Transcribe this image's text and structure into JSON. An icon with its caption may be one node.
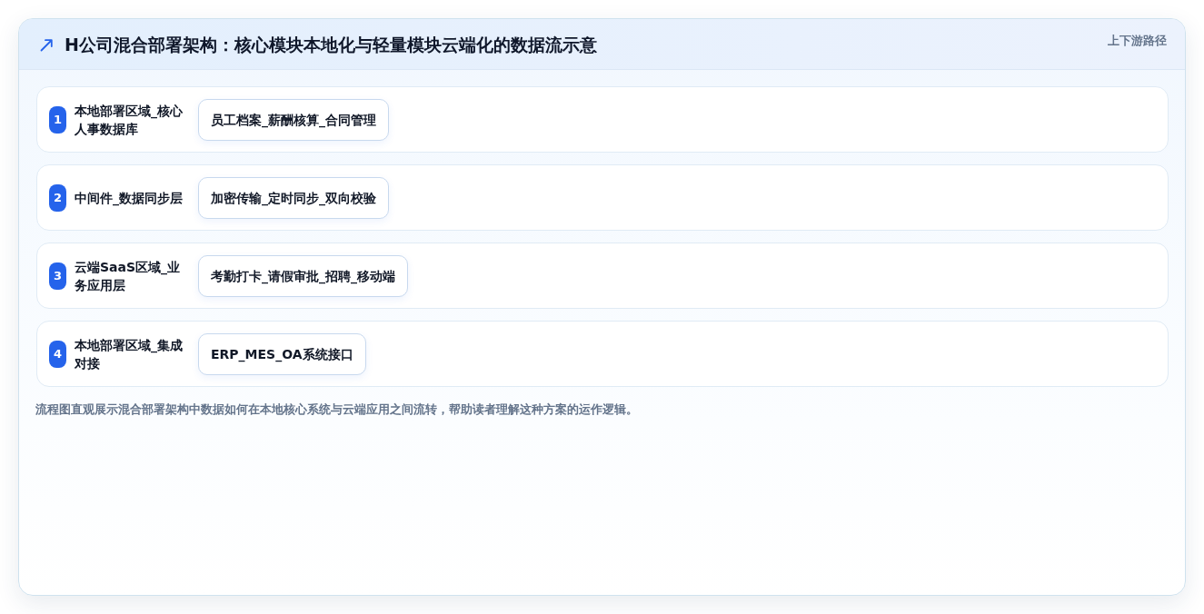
{
  "diagram": {
    "title": "H公司混合部署架构：核心模块本地化与轻量模块云端化的数据流示意",
    "caption": "流程图直观展示混合部署架构中数据如何在本地核心系统与云端应用之间流转，帮助读者理解这种方案的运作逻辑。",
    "nodes": [
      {
        "text": [
          "本地部署区域_核心人事数据库"
        ]
      },
      {
        "text": [
          "1"
        ],
        "in": 0
      },
      {
        "text": [
          "员工档案_薪酬核算_合同管理"
        ],
        "in": 0
      },
      {
        "text": [
          "中间件_数据同步层"
        ]
      },
      {
        "text": [
          "2"
        ],
        "in": 3
      },
      {
        "text": [
          "加密传输_定时同步_双向校验"
        ],
        "in": 3
      },
      {
        "text": [
          "云端SaaS区域_业务应用层"
        ]
      },
      {
        "text": [
          "3"
        ],
        "in": 6
      },
      {
        "text": [
          "考勤打卡_请假审批_招聘_移动端"
        ],
        "in": 6
      },
      {
        "text": [
          "本地部署区域_集成对接"
        ]
      },
      {
        "text": [
          "4"
        ],
        "in": 9
      },
      {
        "text": [
          "ERP_MES_OA系统接口"
        ],
        "in": 9
      }
    ],
    "labels": [
      "上下游路径"
    ]
  }
}
